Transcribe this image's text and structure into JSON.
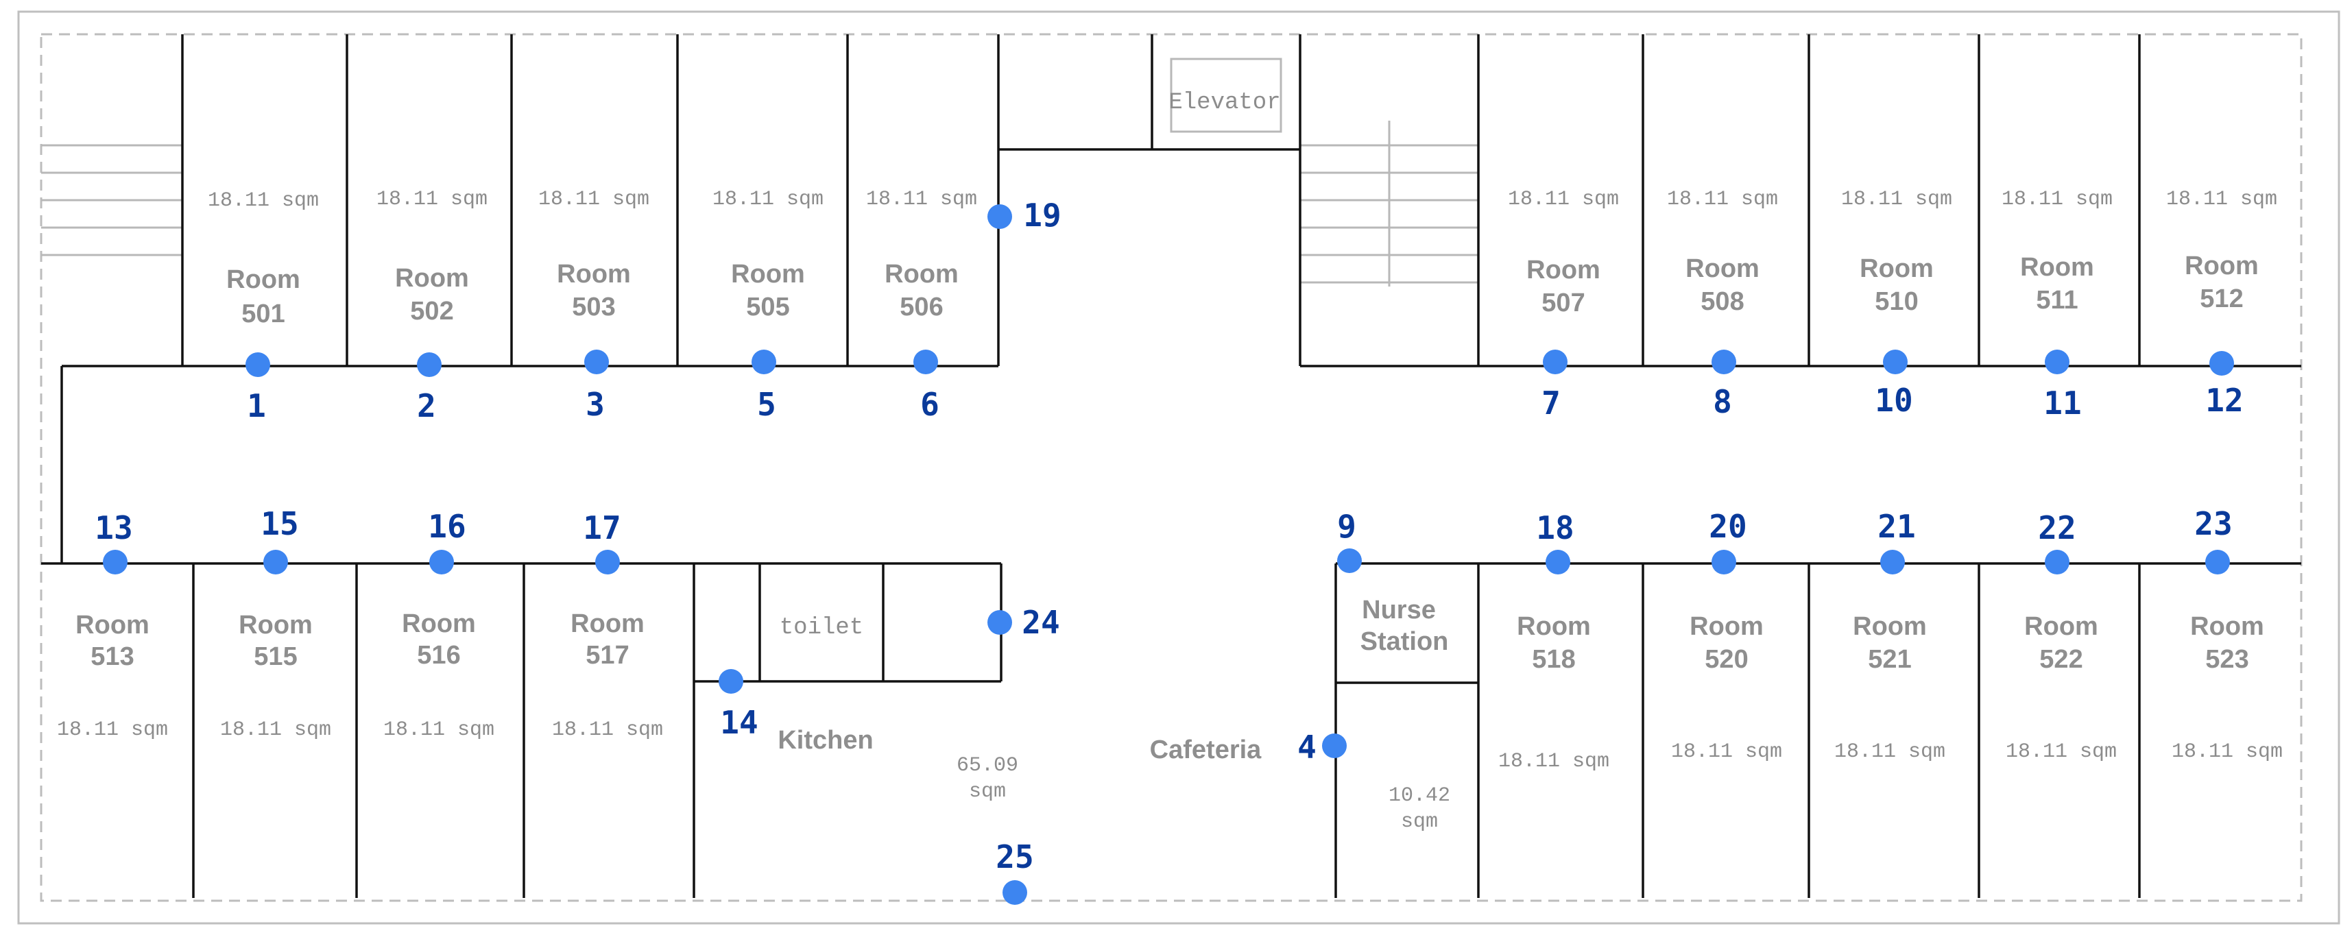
{
  "rooms": [
    {
      "id": "r501",
      "label1": "Room",
      "label2": "501",
      "area": "18.11 sqm"
    },
    {
      "id": "r502",
      "label1": "Room",
      "label2": "502",
      "area": "18.11 sqm"
    },
    {
      "id": "r503",
      "label1": "Room",
      "label2": "503",
      "area": "18.11 sqm"
    },
    {
      "id": "r505",
      "label1": "Room",
      "label2": "505",
      "area": "18.11 sqm"
    },
    {
      "id": "r506",
      "label1": "Room",
      "label2": "506",
      "area": "18.11 sqm"
    },
    {
      "id": "r507",
      "label1": "Room",
      "label2": "507",
      "area": "18.11 sqm"
    },
    {
      "id": "r508",
      "label1": "Room",
      "label2": "508",
      "area": "18.11 sqm"
    },
    {
      "id": "r510",
      "label1": "Room",
      "label2": "510",
      "area": "18.11 sqm"
    },
    {
      "id": "r511",
      "label1": "Room",
      "label2": "511",
      "area": "18.11 sqm"
    },
    {
      "id": "r512",
      "label1": "Room",
      "label2": "512",
      "area": "18.11 sqm"
    },
    {
      "id": "r513",
      "label1": "Room",
      "label2": "513",
      "area": "18.11 sqm"
    },
    {
      "id": "r515",
      "label1": "Room",
      "label2": "515",
      "area": "18.11 sqm"
    },
    {
      "id": "r516",
      "label1": "Room",
      "label2": "516",
      "area": "18.11 sqm"
    },
    {
      "id": "r517",
      "label1": "Room",
      "label2": "517",
      "area": "18.11 sqm"
    },
    {
      "id": "r518",
      "label1": "Room",
      "label2": "518",
      "area": "18.11 sqm"
    },
    {
      "id": "r520",
      "label1": "Room",
      "label2": "520",
      "area": "18.11 sqm"
    },
    {
      "id": "r521",
      "label1": "Room",
      "label2": "521",
      "area": "18.11 sqm"
    },
    {
      "id": "r522",
      "label1": "Room",
      "label2": "522",
      "area": "18.11 sqm"
    },
    {
      "id": "r523",
      "label1": "Room",
      "label2": "523",
      "area": "18.11 sqm"
    }
  ],
  "labels": {
    "elevator": "Elevator",
    "toilet": "toilet",
    "kitchen": "Kitchen",
    "cafeteria": "Cafeteria",
    "cafeteria_area_1": "65.09",
    "cafeteria_area_2": "sqm",
    "nurse_1": "Nurse",
    "nurse_2": "Station",
    "nurse_area_1": "10.42",
    "nurse_area_2": "sqm"
  },
  "nodes": [
    "1",
    "2",
    "3",
    "5",
    "6",
    "7",
    "8",
    "10",
    "11",
    "12",
    "13",
    "15",
    "16",
    "17",
    "9",
    "18",
    "20",
    "21",
    "22",
    "23",
    "19",
    "24",
    "14",
    "4",
    "25"
  ],
  "colors": {
    "node": "#3d85f0",
    "node_label": "#0a3a9a",
    "wall": "#111111",
    "text": "#8e8e8e"
  }
}
